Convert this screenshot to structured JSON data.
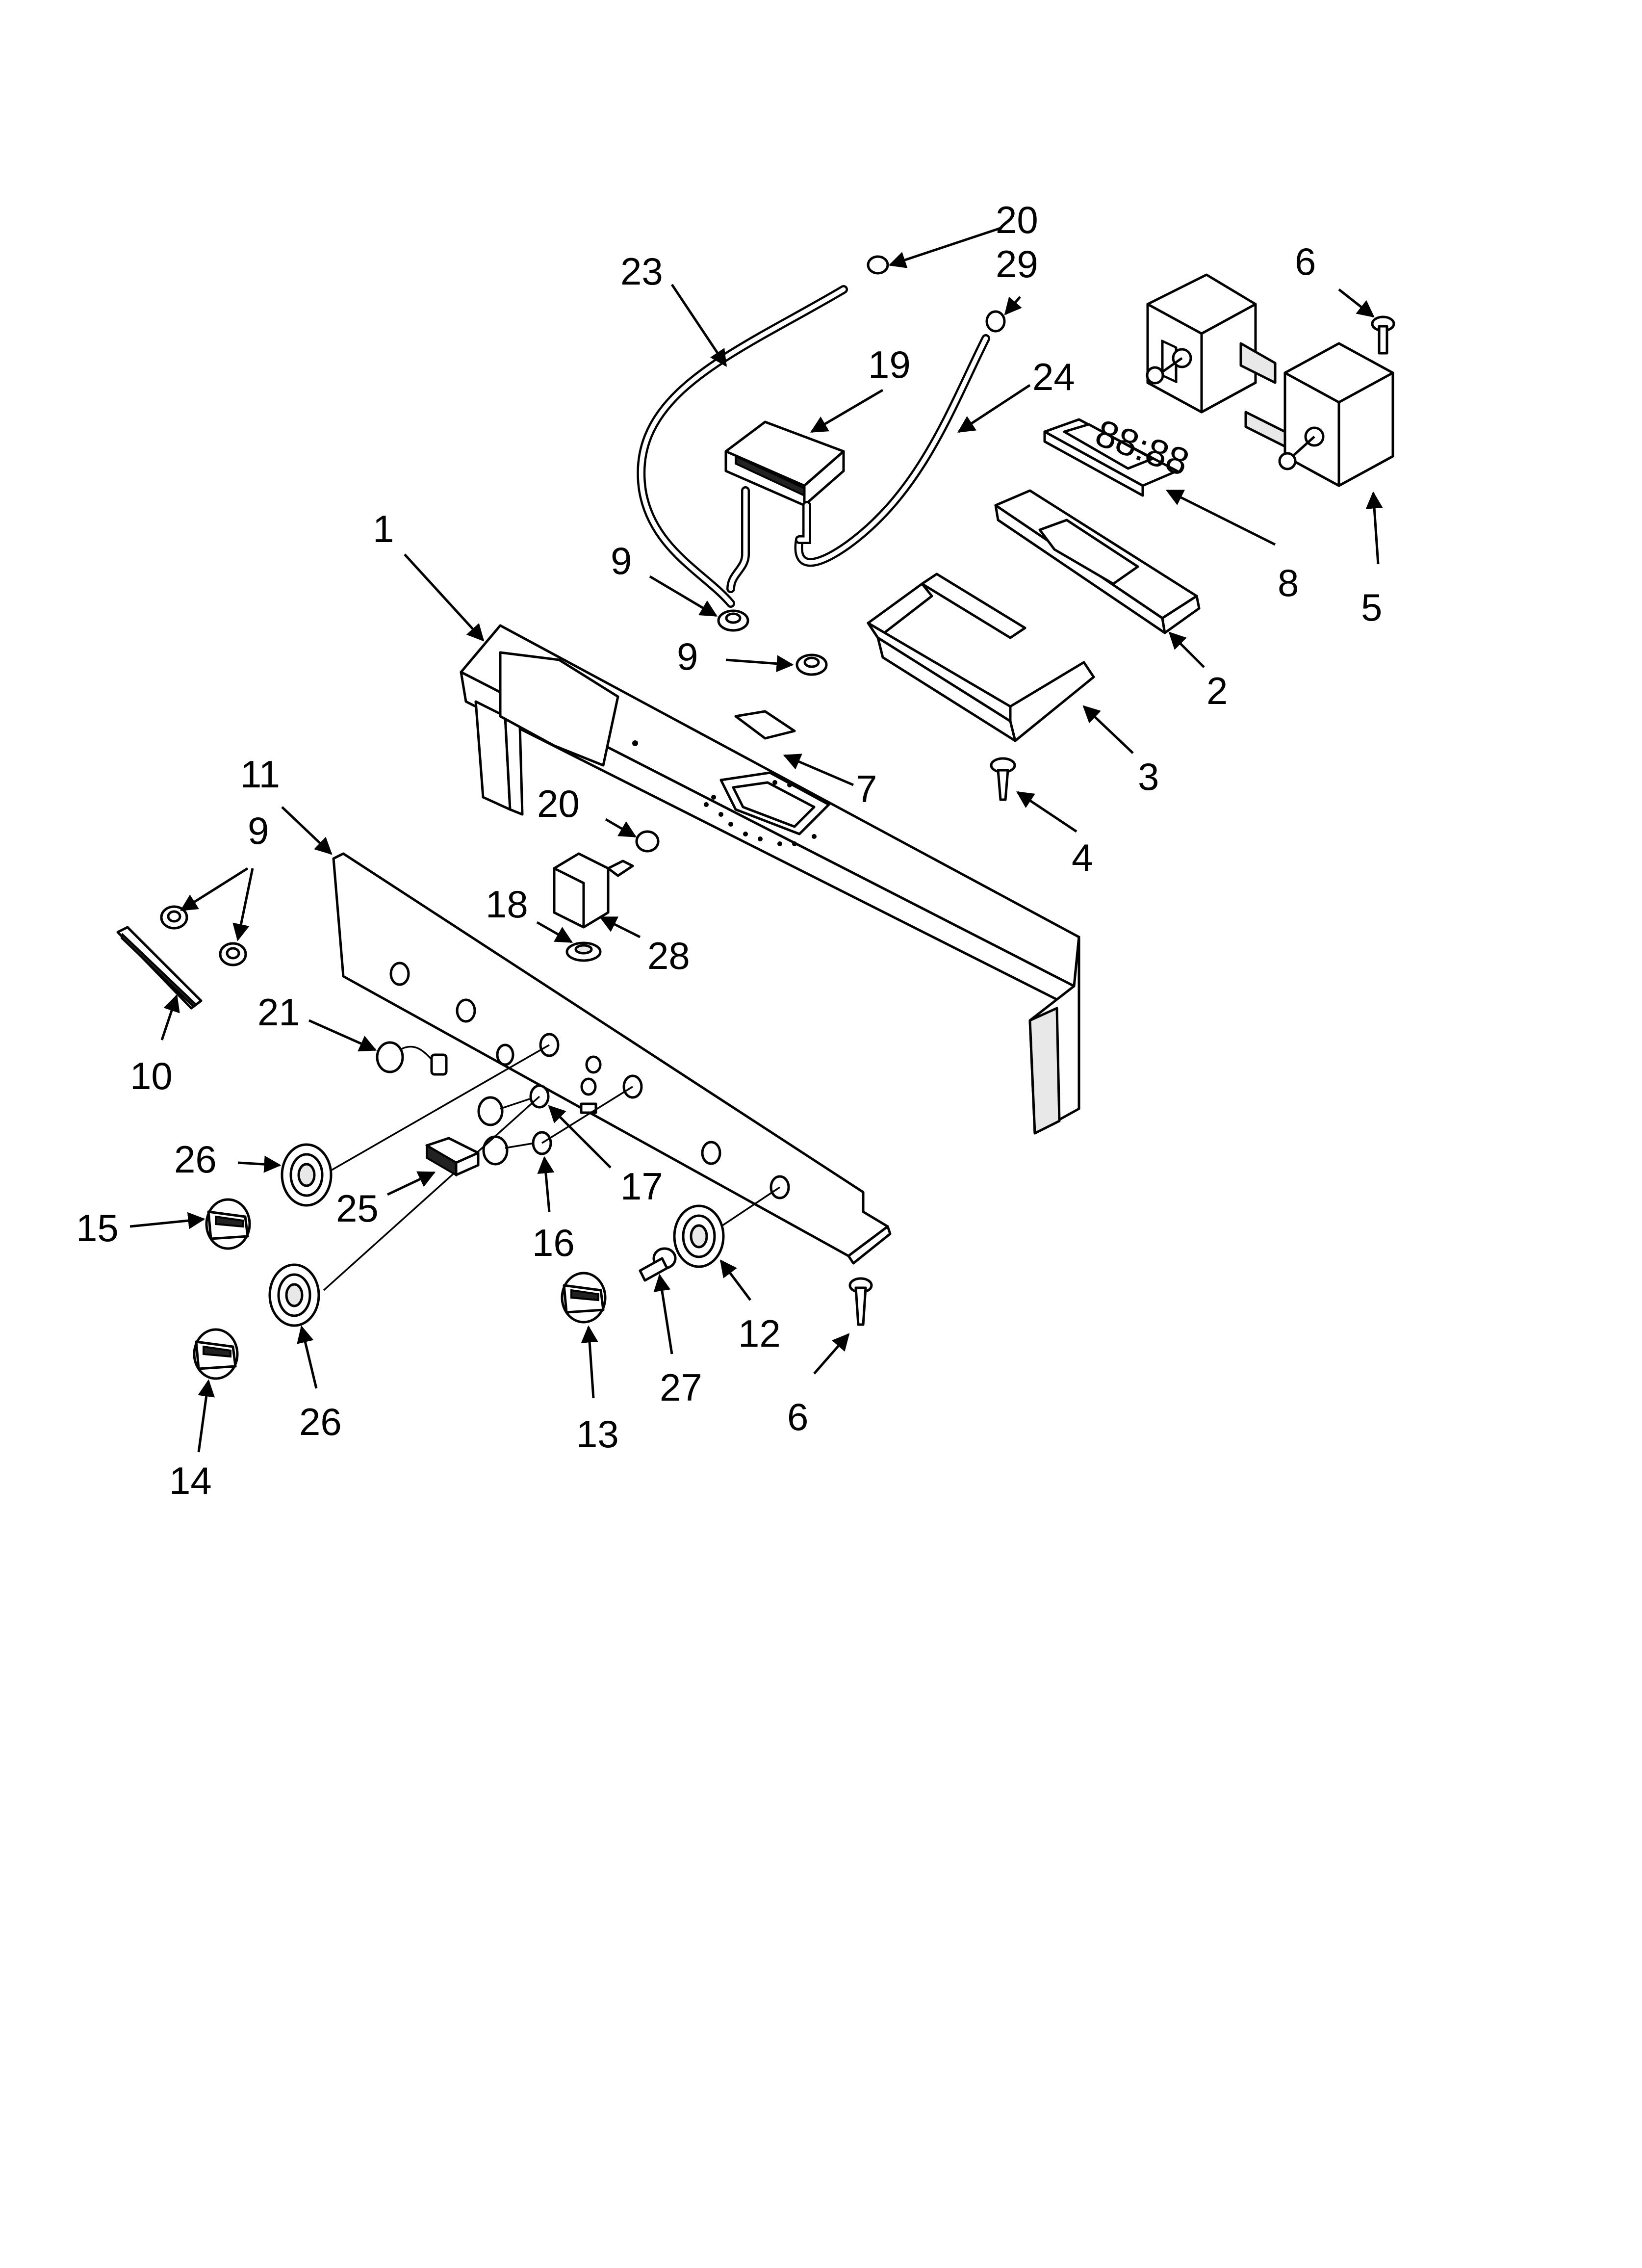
{
  "diagram": {
    "callouts": [
      {
        "id": "c20a",
        "label": "20"
      },
      {
        "id": "c23",
        "label": "23"
      },
      {
        "id": "c29",
        "label": "29"
      },
      {
        "id": "c6a",
        "label": "6"
      },
      {
        "id": "c19",
        "label": "19"
      },
      {
        "id": "c24",
        "label": "24"
      },
      {
        "id": "c1",
        "label": "1"
      },
      {
        "id": "c9a",
        "label": "9"
      },
      {
        "id": "c8",
        "label": "8"
      },
      {
        "id": "c5",
        "label": "5"
      },
      {
        "id": "c9b",
        "label": "9"
      },
      {
        "id": "c2",
        "label": "2"
      },
      {
        "id": "c3",
        "label": "3"
      },
      {
        "id": "c7",
        "label": "7"
      },
      {
        "id": "c11",
        "label": "11"
      },
      {
        "id": "c20b",
        "label": "20"
      },
      {
        "id": "c9c",
        "label": "9"
      },
      {
        "id": "c4",
        "label": "4"
      },
      {
        "id": "c18",
        "label": "18"
      },
      {
        "id": "c28",
        "label": "28"
      },
      {
        "id": "c10",
        "label": "10"
      },
      {
        "id": "c21",
        "label": "21"
      },
      {
        "id": "c26a",
        "label": "26"
      },
      {
        "id": "c17",
        "label": "17"
      },
      {
        "id": "c25",
        "label": "25"
      },
      {
        "id": "c15",
        "label": "15"
      },
      {
        "id": "c16",
        "label": "16"
      },
      {
        "id": "c12",
        "label": "12"
      },
      {
        "id": "c27",
        "label": "27"
      },
      {
        "id": "c26b",
        "label": "26"
      },
      {
        "id": "c13",
        "label": "13"
      },
      {
        "id": "c6b",
        "label": "6"
      },
      {
        "id": "c14",
        "label": "14"
      }
    ],
    "display_digits": "88:88"
  }
}
